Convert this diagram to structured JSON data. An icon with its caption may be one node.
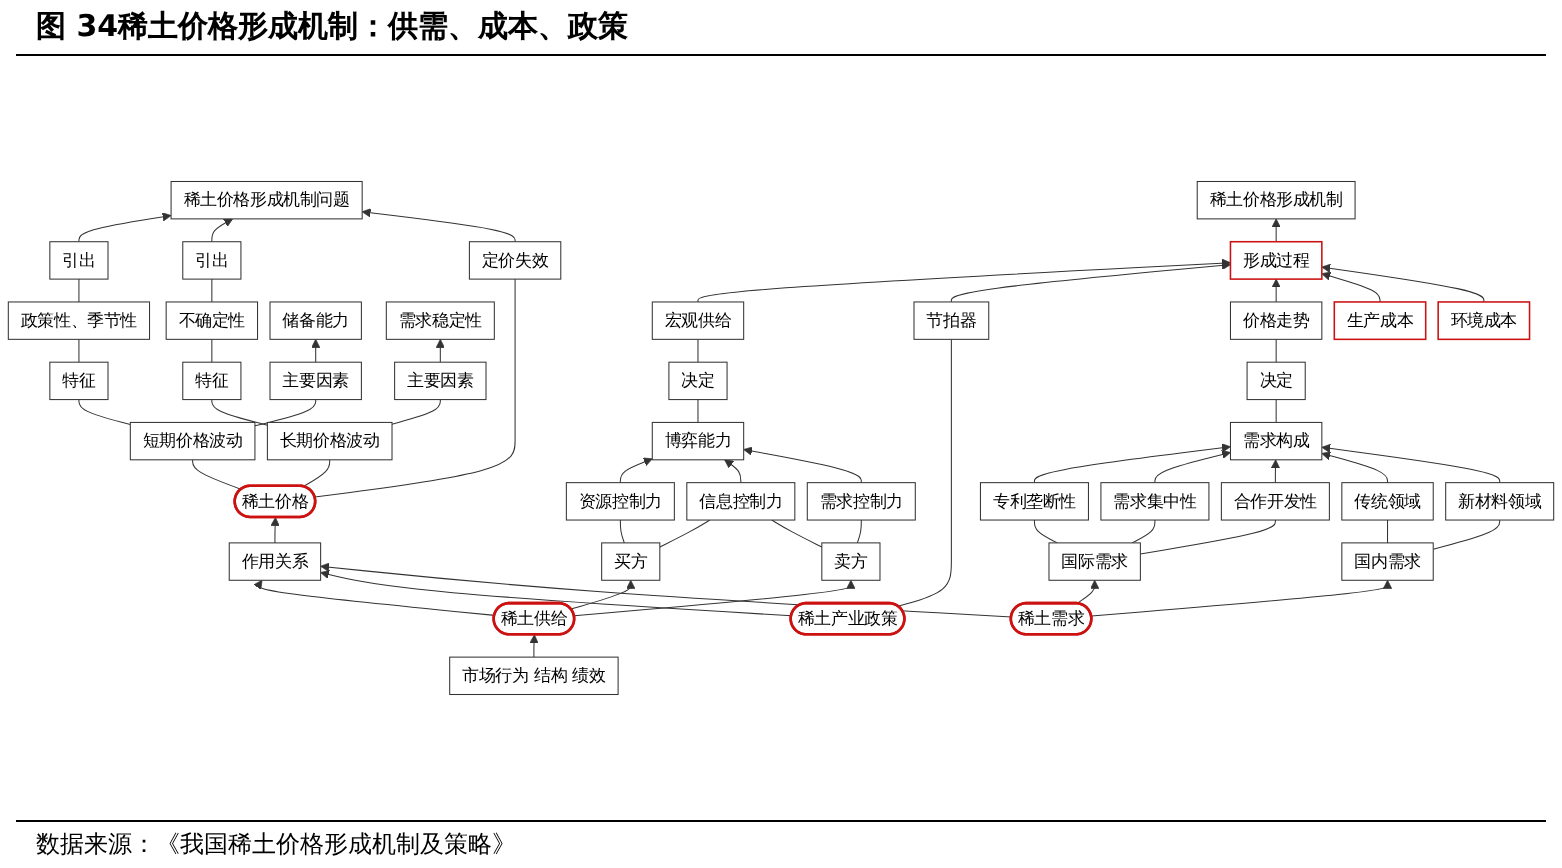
{
  "diagram": {
    "title": "图 34稀土价格形成机制：供需、成本、政策",
    "caption": "数据来源：《我国稀土价格形成机制及策略》",
    "nodes": [
      {
        "text": [
          "稀土价格形成机制问题"
        ]
      },
      {
        "text": [
          "引出"
        ]
      },
      {
        "text": [
          "引出"
        ]
      },
      {
        "text": [
          "政策性、季节性"
        ]
      },
      {
        "text": [
          "不确定性"
        ]
      },
      {
        "text": [
          "特征"
        ]
      },
      {
        "text": [
          "特征"
        ]
      },
      {
        "text": [
          "定价失效"
        ]
      },
      {
        "text": [
          "主要因素"
        ]
      },
      {
        "text": [
          "储备能力"
        ]
      },
      {
        "text": [
          "短期价格波动"
        ]
      },
      {
        "text": [
          "稀土价格"
        ]
      },
      {
        "text": [
          "长期价格波动"
        ]
      },
      {
        "text": [
          "主要因素"
        ]
      },
      {
        "text": [
          "需求稳定性"
        ]
      },
      {
        "text": [
          "作用关系"
        ]
      },
      {
        "text": [
          "市场行为 结构 绩效"
        ]
      },
      {
        "text": [
          "稀土供给"
        ]
      },
      {
        "text": [
          "稀土产业政策"
        ]
      },
      {
        "text": [
          "稀土需求"
        ]
      },
      {
        "text": [
          "买方"
        ]
      },
      {
        "text": [
          "卖方"
        ]
      },
      {
        "text": [
          "资源控制力"
        ]
      },
      {
        "text": [
          "信息控制力"
        ]
      },
      {
        "text": [
          "需求控制力"
        ]
      },
      {
        "text": [
          "国际需求"
        ]
      },
      {
        "text": [
          "国内需求"
        ]
      },
      {
        "text": [
          "专利垄断性"
        ]
      },
      {
        "text": [
          "需求集中性"
        ]
      },
      {
        "text": [
          "合作开发性"
        ]
      },
      {
        "text": [
          "传统领域"
        ]
      },
      {
        "text": [
          "新材料领域"
        ]
      },
      {
        "text": [
          "博弈能力"
        ]
      },
      {
        "text": [
          "决定"
        ]
      },
      {
        "text": [
          "需求构成"
        ]
      },
      {
        "text": [
          "决定"
        ]
      },
      {
        "text": [
          "宏观供给"
        ]
      },
      {
        "text": [
          "节拍器"
        ]
      },
      {
        "text": [
          "价格走势"
        ]
      },
      {
        "text": [
          "生产成本"
        ]
      },
      {
        "text": [
          "形成过程"
        ]
      },
      {
        "text": [
          "环境成本"
        ]
      },
      {
        "text": [
          "稀土价格形成机制"
        ]
      }
    ],
    "edges": [
      {
        "from": 1,
        "to": 0,
        "arrow": "to"
      },
      {
        "from": 2,
        "to": 0,
        "arrow": "to"
      },
      {
        "from": 3,
        "to": 1,
        "arrow": "none"
      },
      {
        "from": 4,
        "to": 2,
        "arrow": "none"
      },
      {
        "from": 5,
        "to": 3,
        "arrow": "none"
      },
      {
        "from": 6,
        "to": 4,
        "arrow": "none"
      },
      {
        "from": 7,
        "to": 0,
        "arrow": "to"
      },
      {
        "from": 10,
        "to": 5,
        "arrow": "none"
      },
      {
        "from": 12,
        "to": 6,
        "arrow": "none"
      },
      {
        "from": 11,
        "to": 7,
        "arrow": "none"
      },
      {
        "from": 8,
        "to": 9,
        "arrow": "to"
      },
      {
        "from": 10,
        "to": 8,
        "arrow": "none"
      },
      {
        "from": 11,
        "to": 10,
        "arrow": "none"
      },
      {
        "from": 11,
        "to": 12,
        "arrow": "none"
      },
      {
        "from": 12,
        "to": 13,
        "arrow": "none"
      },
      {
        "from": 13,
        "to": 14,
        "arrow": "to"
      },
      {
        "from": 15,
        "to": 11,
        "arrow": "to"
      },
      {
        "from": 17,
        "to": 15,
        "arrow": "to"
      },
      {
        "from": 18,
        "to": 15,
        "arrow": "to"
      },
      {
        "from": 19,
        "to": 15,
        "arrow": "to"
      },
      {
        "from": 16,
        "to": 17,
        "arrow": "to"
      },
      {
        "from": 17,
        "to": 20,
        "arrow": "to"
      },
      {
        "from": 17,
        "to": 21,
        "arrow": "to"
      },
      {
        "from": 19,
        "to": 25,
        "arrow": "to"
      },
      {
        "from": 19,
        "to": 26,
        "arrow": "to"
      },
      {
        "from": 20,
        "to": 22,
        "arrow": "none"
      },
      {
        "from": 20,
        "to": 23,
        "arrow": "none"
      },
      {
        "from": 21,
        "to": 23,
        "arrow": "none"
      },
      {
        "from": 21,
        "to": 24,
        "arrow": "none"
      },
      {
        "from": 25,
        "to": 27,
        "arrow": "none"
      },
      {
        "from": 25,
        "to": 28,
        "arrow": "none"
      },
      {
        "from": 25,
        "to": 29,
        "arrow": "none"
      },
      {
        "from": 26,
        "to": 30,
        "arrow": "none"
      },
      {
        "from": 26,
        "to": 31,
        "arrow": "none"
      },
      {
        "from": 22,
        "to": 32,
        "arrow": "to"
      },
      {
        "from": 23,
        "to": 32,
        "arrow": "to"
      },
      {
        "from": 24,
        "to": 32,
        "arrow": "to"
      },
      {
        "from": 27,
        "to": 34,
        "arrow": "to"
      },
      {
        "from": 28,
        "to": 34,
        "arrow": "to"
      },
      {
        "from": 29,
        "to": 34,
        "arrow": "to"
      },
      {
        "from": 30,
        "to": 34,
        "arrow": "to"
      },
      {
        "from": 31,
        "to": 34,
        "arrow": "to"
      },
      {
        "from": 32,
        "to": 33,
        "arrow": "none"
      },
      {
        "from": 33,
        "to": 36,
        "arrow": "none"
      },
      {
        "from": 34,
        "to": 35,
        "arrow": "none"
      },
      {
        "from": 35,
        "to": 38,
        "arrow": "none"
      },
      {
        "from": 18,
        "to": 37,
        "arrow": "none"
      },
      {
        "from": 36,
        "to": 40,
        "arrow": "to"
      },
      {
        "from": 37,
        "to": 40,
        "arrow": "to"
      },
      {
        "from": 38,
        "to": 40,
        "arrow": "to"
      },
      {
        "from": 39,
        "to": 40,
        "arrow": "to"
      },
      {
        "from": 41,
        "to": 40,
        "arrow": "to"
      },
      {
        "from": 40,
        "to": 42,
        "arrow": "to"
      }
    ]
  }
}
